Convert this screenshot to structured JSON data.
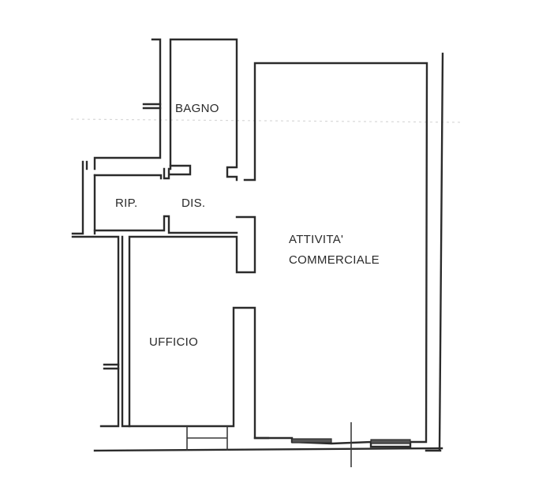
{
  "floor_plan": {
    "rooms": [
      {
        "id": "bagno",
        "label": "BAGNO"
      },
      {
        "id": "rip",
        "label": "RIP."
      },
      {
        "id": "dis",
        "label": "DIS."
      },
      {
        "id": "ufficio",
        "label": "UFFICIO"
      },
      {
        "id": "attivita",
        "label_line1": "ATTIVITA'",
        "label_line2": "COMMERCIALE"
      }
    ],
    "colors": {
      "wall": "#2b2b2b",
      "background": "#ffffff",
      "scan_artifact": "#d8d8d8"
    }
  }
}
